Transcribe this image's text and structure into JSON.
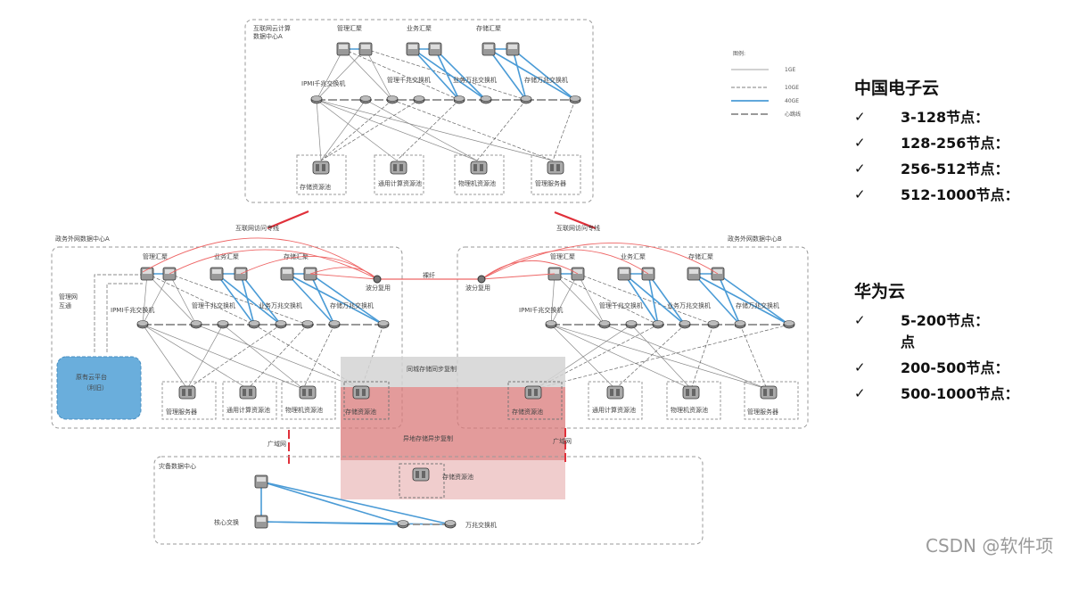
{
  "diagram": {
    "top_dc_label_1": "互联网云计算",
    "top_dc_label_2": "数据中心A",
    "left_dc_label": "政务外网数据中心A",
    "right_dc_label": "政务外网数据中心B",
    "backup_dc_label": "灾备数据中心",
    "mgmt_cluster": "管理汇聚",
    "biz_cluster": "业务汇聚",
    "storage_cluster": "存储汇聚",
    "ipmi_switch": "IPMI千兆交换机",
    "mgmt_switch": "管理千兆交换机",
    "biz_switch": "业务万兆交换机",
    "storage_switch": "存储万兆交换机",
    "storage_pool": "存储资源池",
    "compute_pool": "通用计算资源池",
    "physical_pool": "物理机资源池",
    "mgmt_server": "管理服务器",
    "mgmt_pool": "管理服务器",
    "internet_line_left": "互联网访问专线",
    "internet_line_right": "互联网访问专线",
    "wave_split_left": "波分复用",
    "wave_split_right": "波分复用",
    "bare_fiber": "裸纤",
    "mgmt_net_label_1": "管理网",
    "mgmt_net_label_2": "互通",
    "private_cloud_1": "原有云平台",
    "private_cloud_2": "（利旧）",
    "sync_copy": "同城存储同步复制",
    "async_copy": "异地存储异步复制",
    "wan_left": "广域网",
    "wan_right": "广域网",
    "backup_storage": "存储资源池",
    "core_switch": "核心交换",
    "tengig_switch": "万兆交换机",
    "legend": {
      "title": "图例:",
      "items": [
        "1GE",
        "10GE",
        "40GE",
        "心跳线"
      ]
    }
  },
  "sidebar": {
    "china_cloud": {
      "title": "中国电子云",
      "items": [
        "3-128节点：",
        "128-256节点：",
        "256-512节点：",
        "512-1000节点："
      ]
    },
    "huawei_cloud": {
      "title": "华为云",
      "items": [
        "5-200节点：",
        "200-500节点：",
        "500-1000节点："
      ],
      "continuation": "点"
    },
    "check_mark": "✓"
  },
  "watermark": "CSDN @软件项"
}
